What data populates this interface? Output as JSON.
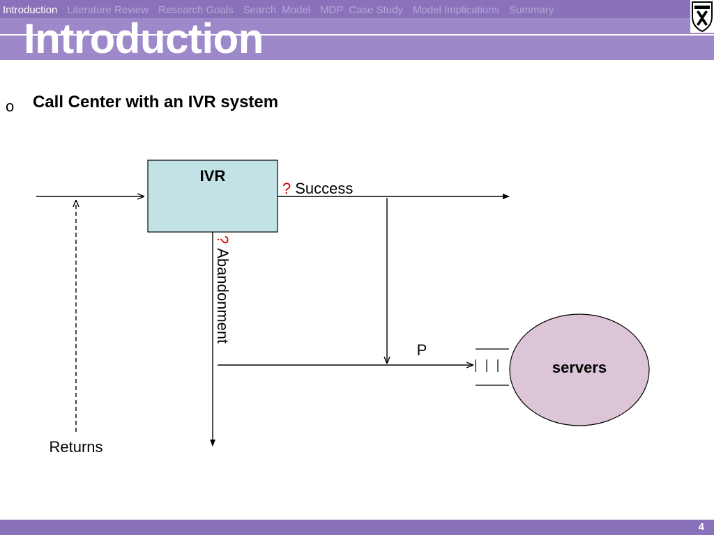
{
  "nav": {
    "items": [
      "Introduction",
      "Literature Review",
      "Research Goals",
      "Search",
      "Model",
      "MDP",
      "Case Study",
      "Model Implications",
      "Summary"
    ],
    "active": "Introduction"
  },
  "slide": {
    "title": "Introduction",
    "bullet": "Call Center with an IVR system",
    "page_number": "4"
  },
  "diagram": {
    "ivr_label": "IVR",
    "success_mark": "?",
    "success_label": "Success",
    "abandon_mark": "?",
    "abandon_label": "Abandonment",
    "p_label": "P",
    "servers_label": "servers",
    "returns_label": "Returns"
  },
  "colors": {
    "header": "#9d88c9",
    "nav_strip": "#8a72ba",
    "ivr_fill": "#c2e2e6",
    "servers_fill": "#dcc5d6",
    "question_mark": "#cc0000"
  },
  "icons": {
    "logo": "university-emblem-icon"
  }
}
